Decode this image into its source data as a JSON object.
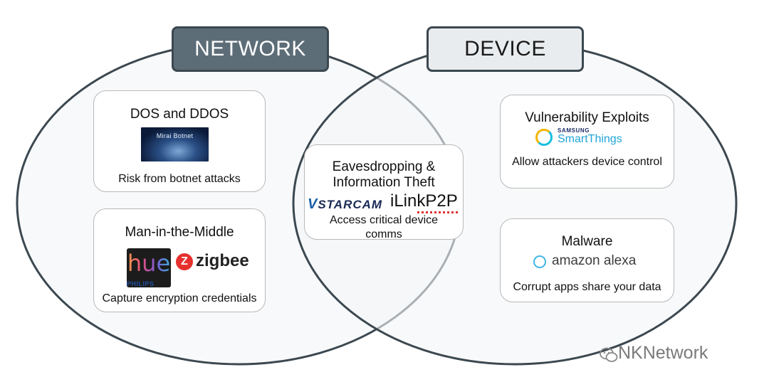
{
  "headers": {
    "network": "NETWORK",
    "device": "DEVICE"
  },
  "cards": {
    "dos": {
      "title": "DOS and DDOS",
      "image_label": "Mirai Botnet",
      "desc": "Risk from botnet attacks"
    },
    "mitm": {
      "title": "Man-in-the-Middle",
      "hue_logo": "hue",
      "hue_brand": "PHILIPS",
      "zigbee_mark": "Z",
      "zigbee_logo": "zigbee",
      "desc": "Capture encryption credentials"
    },
    "eaves": {
      "title_line1": "Eavesdropping &",
      "title_line2": "Information Theft",
      "starcam_logo": "STARCAM",
      "ilink_logo": "iLinkP2P",
      "desc_line1": "Access critical device",
      "desc_line2": "comms"
    },
    "vuln": {
      "title": "Vulnerability Exploits",
      "samsung_label": "SAMSUNG",
      "smartthings_logo": "SmartThings",
      "desc": "Allow attackers device control"
    },
    "malware": {
      "title": "Malware",
      "alexa_logo": "amazon alexa",
      "desc": "Corrupt apps share your data"
    }
  },
  "watermark": "NKNetwork",
  "colors": {
    "network_header": "#5d6d78",
    "device_header": "#e9ecee",
    "circle_stroke": "#3c4850",
    "circle_fill": "#f4f5f6"
  }
}
